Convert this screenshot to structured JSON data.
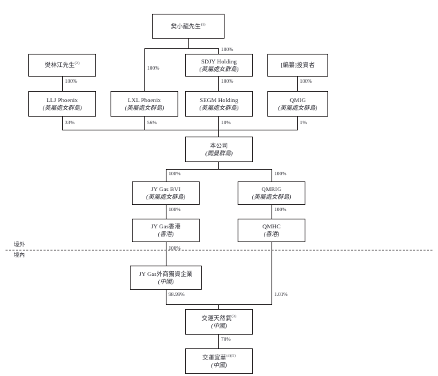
{
  "diagram": {
    "title": "Corporate shareholding structure chart",
    "jurisdictions": {
      "bvi": "(英屬處女群島)",
      "cayman": "(開曼群島)",
      "hongkong": "(香港)",
      "prc": "(中國)"
    },
    "zones": {
      "offshore": "境外",
      "onshore": "境內"
    },
    "nodes": [
      {
        "id": "fan-xiaolong",
        "line1": "樊小龍先生",
        "sup": "(1)",
        "line2": ""
      },
      {
        "id": "fan-linjiang",
        "line1": "樊林江先生",
        "sup": "(2)",
        "line2": ""
      },
      {
        "id": "sdjy-holding",
        "line1": "SDJY Holding",
        "sup": "",
        "line2": "(英屬處女群島)"
      },
      {
        "id": "pre-ipo-investor",
        "line1": "[編纂]投資者",
        "sup": "",
        "line2": ""
      },
      {
        "id": "llj-phoenix",
        "line1": "LLJ Phoenix",
        "sup": "",
        "line2": "(英屬處女群島)"
      },
      {
        "id": "lxl-phoenix",
        "line1": "LXL Phoenix",
        "sup": "",
        "line2": "(英屬處女群島)"
      },
      {
        "id": "segm-holding",
        "line1": "SEGM Holding",
        "sup": "",
        "line2": "(英屬處女群島)"
      },
      {
        "id": "qmig",
        "line1": "QMIG",
        "sup": "",
        "line2": "(英屬處女群島)"
      },
      {
        "id": "the-company",
        "line1": "本公司",
        "sup": "",
        "line2": "(開曼群島)"
      },
      {
        "id": "jy-gas-bvi",
        "line1": "JY Gas BVI",
        "sup": "",
        "line2": "(英屬處女群島)"
      },
      {
        "id": "qmrig",
        "line1": "QMRIG",
        "sup": "",
        "line2": "(英屬處女群島)"
      },
      {
        "id": "jy-gas-hk",
        "line1": "JY Gas香港",
        "sup": "",
        "line2": "(香港)"
      },
      {
        "id": "qmhc",
        "line1": "QMHC",
        "sup": "",
        "line2": "(香港)"
      },
      {
        "id": "jy-gas-wfoe",
        "line1": "JY Gas外商獨資企業",
        "sup": "",
        "line2": "(中國)"
      },
      {
        "id": "jiaoyun-gas",
        "line1": "交運天然氣",
        "sup": "(3)",
        "line2": "(中國)"
      },
      {
        "id": "jiaoyun-yihua",
        "line1": "交運宜華",
        "sup": "(4)(5)",
        "line2": "(中國)"
      }
    ],
    "percentages": [
      {
        "id": "pct-xiaolong-to-sdjy",
        "value": "100%"
      },
      {
        "id": "pct-xiaolong-to-lxl",
        "value": "100%"
      },
      {
        "id": "pct-linjiang-to-llj",
        "value": "100%"
      },
      {
        "id": "pct-sdjy-to-segm",
        "value": "100%"
      },
      {
        "id": "pct-investor-to-qmig",
        "value": "100%"
      },
      {
        "id": "pct-llj-to-company",
        "value": "33%"
      },
      {
        "id": "pct-lxl-to-company",
        "value": "56%"
      },
      {
        "id": "pct-segm-to-company",
        "value": "10%"
      },
      {
        "id": "pct-qmig-to-company",
        "value": "1%"
      },
      {
        "id": "pct-company-to-jygas",
        "value": "100%"
      },
      {
        "id": "pct-company-to-qmrig",
        "value": "100%"
      },
      {
        "id": "pct-jygasbvi-to-hk",
        "value": "100%"
      },
      {
        "id": "pct-qmrig-to-qmhc",
        "value": "100%"
      },
      {
        "id": "pct-hk-to-wfoe",
        "value": "100%"
      },
      {
        "id": "pct-wfoe-to-gas",
        "value": "98.99%"
      },
      {
        "id": "pct-qmhc-to-gas",
        "value": "1.01%"
      },
      {
        "id": "pct-gas-to-yihua",
        "value": "70%"
      }
    ]
  }
}
